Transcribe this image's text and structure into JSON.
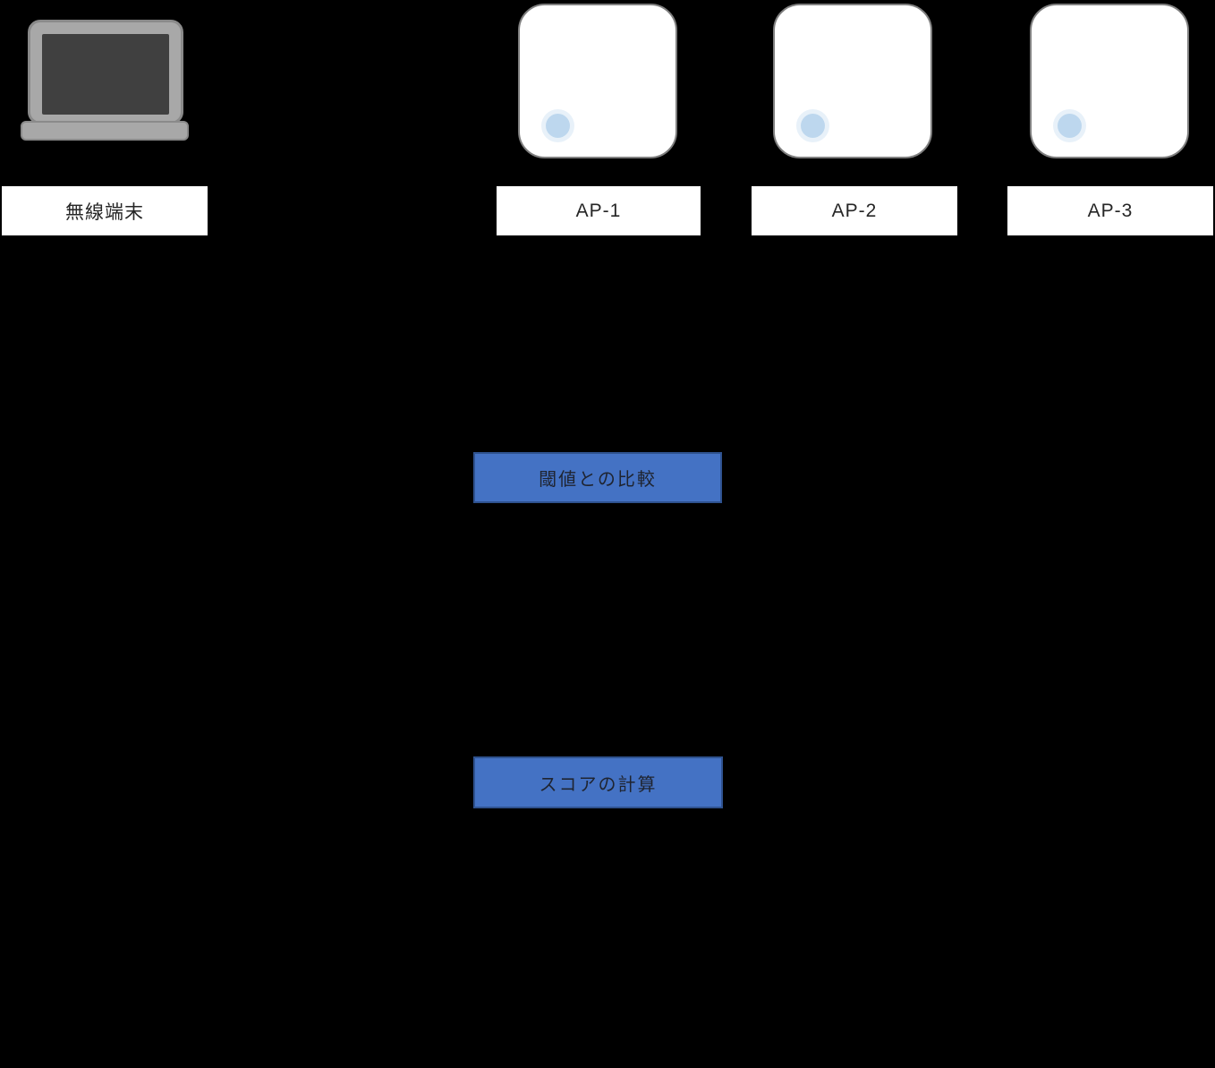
{
  "actors": {
    "terminal": {
      "label": "無線端末",
      "icon": "laptop-icon"
    },
    "aps": [
      {
        "label": "AP-1",
        "icon": "access-point-icon"
      },
      {
        "label": "AP-2",
        "icon": "access-point-icon"
      },
      {
        "label": "AP-3",
        "icon": "access-point-icon"
      }
    ]
  },
  "process_boxes": [
    {
      "label": "閾値との比較"
    },
    {
      "label": "スコアの計算"
    }
  ],
  "colors": {
    "background": "#000000",
    "process_fill": "#4472C4",
    "process_border": "#2F528F",
    "ap_led": "#BDD7EE",
    "ap_border": "#7F7F7F",
    "label_background": "#FFFFFF",
    "label_text": "#262626",
    "laptop_body": "#A8A8A8",
    "laptop_screen": "#404040"
  }
}
